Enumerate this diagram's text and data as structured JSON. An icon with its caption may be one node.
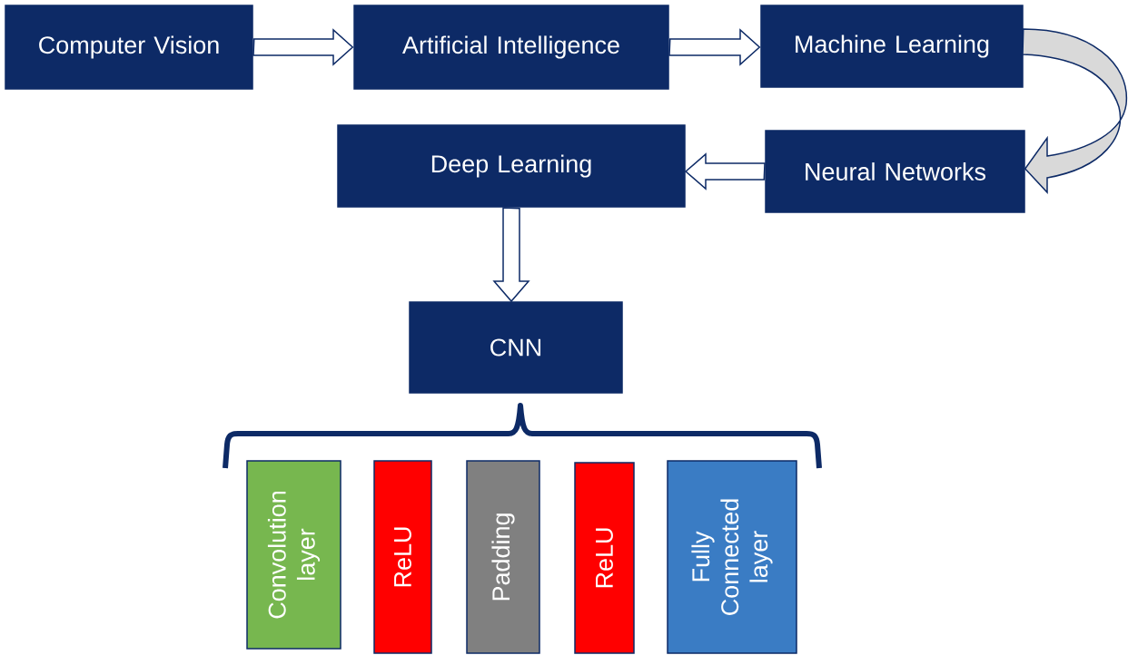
{
  "diagram": {
    "nodes": [
      {
        "text": [
          "Computer Vision"
        ]
      },
      {
        "text": [
          "Artificial Intelligence"
        ]
      },
      {
        "text": [
          "Machine Learning"
        ]
      },
      {
        "text": [
          "Deep Learning"
        ]
      },
      {
        "text": [
          "Neural Networks"
        ]
      },
      {
        "text": [
          "CNN"
        ]
      },
      {
        "text": [
          "Convolution layer"
        ]
      },
      {
        "text": [
          "ReLU"
        ]
      },
      {
        "text": [
          "Padding"
        ]
      },
      {
        "text": [
          "ReLU"
        ]
      },
      {
        "text": [
          "Fully Connected layer"
        ]
      }
    ],
    "edges": [
      {
        "from": 0,
        "to": 1,
        "arrow": "to"
      },
      {
        "from": 1,
        "to": 2,
        "arrow": "to"
      },
      {
        "from": 2,
        "to": 4,
        "arrow": "to"
      },
      {
        "from": 4,
        "to": 3,
        "arrow": "to"
      },
      {
        "from": 3,
        "to": 5,
        "arrow": "to"
      }
    ]
  }
}
